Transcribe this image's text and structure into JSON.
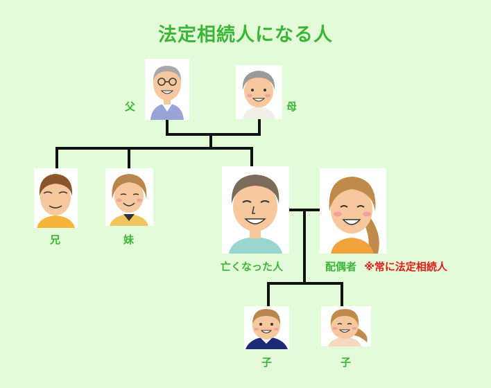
{
  "title": "法定相続人になる人",
  "colors": {
    "background": "#e3fbd6",
    "label": "#3cb53a",
    "note": "#e01a1a",
    "line": "#111111"
  },
  "people": {
    "father": {
      "label": "父"
    },
    "mother": {
      "label": "母"
    },
    "brother": {
      "label": "兄"
    },
    "sister": {
      "label": "妹"
    },
    "deceased": {
      "label": "亡くなった人"
    },
    "spouse": {
      "label": "配偶者",
      "note": "※常に法定相続人"
    },
    "child1": {
      "label": "子"
    },
    "child2": {
      "label": "子"
    }
  }
}
